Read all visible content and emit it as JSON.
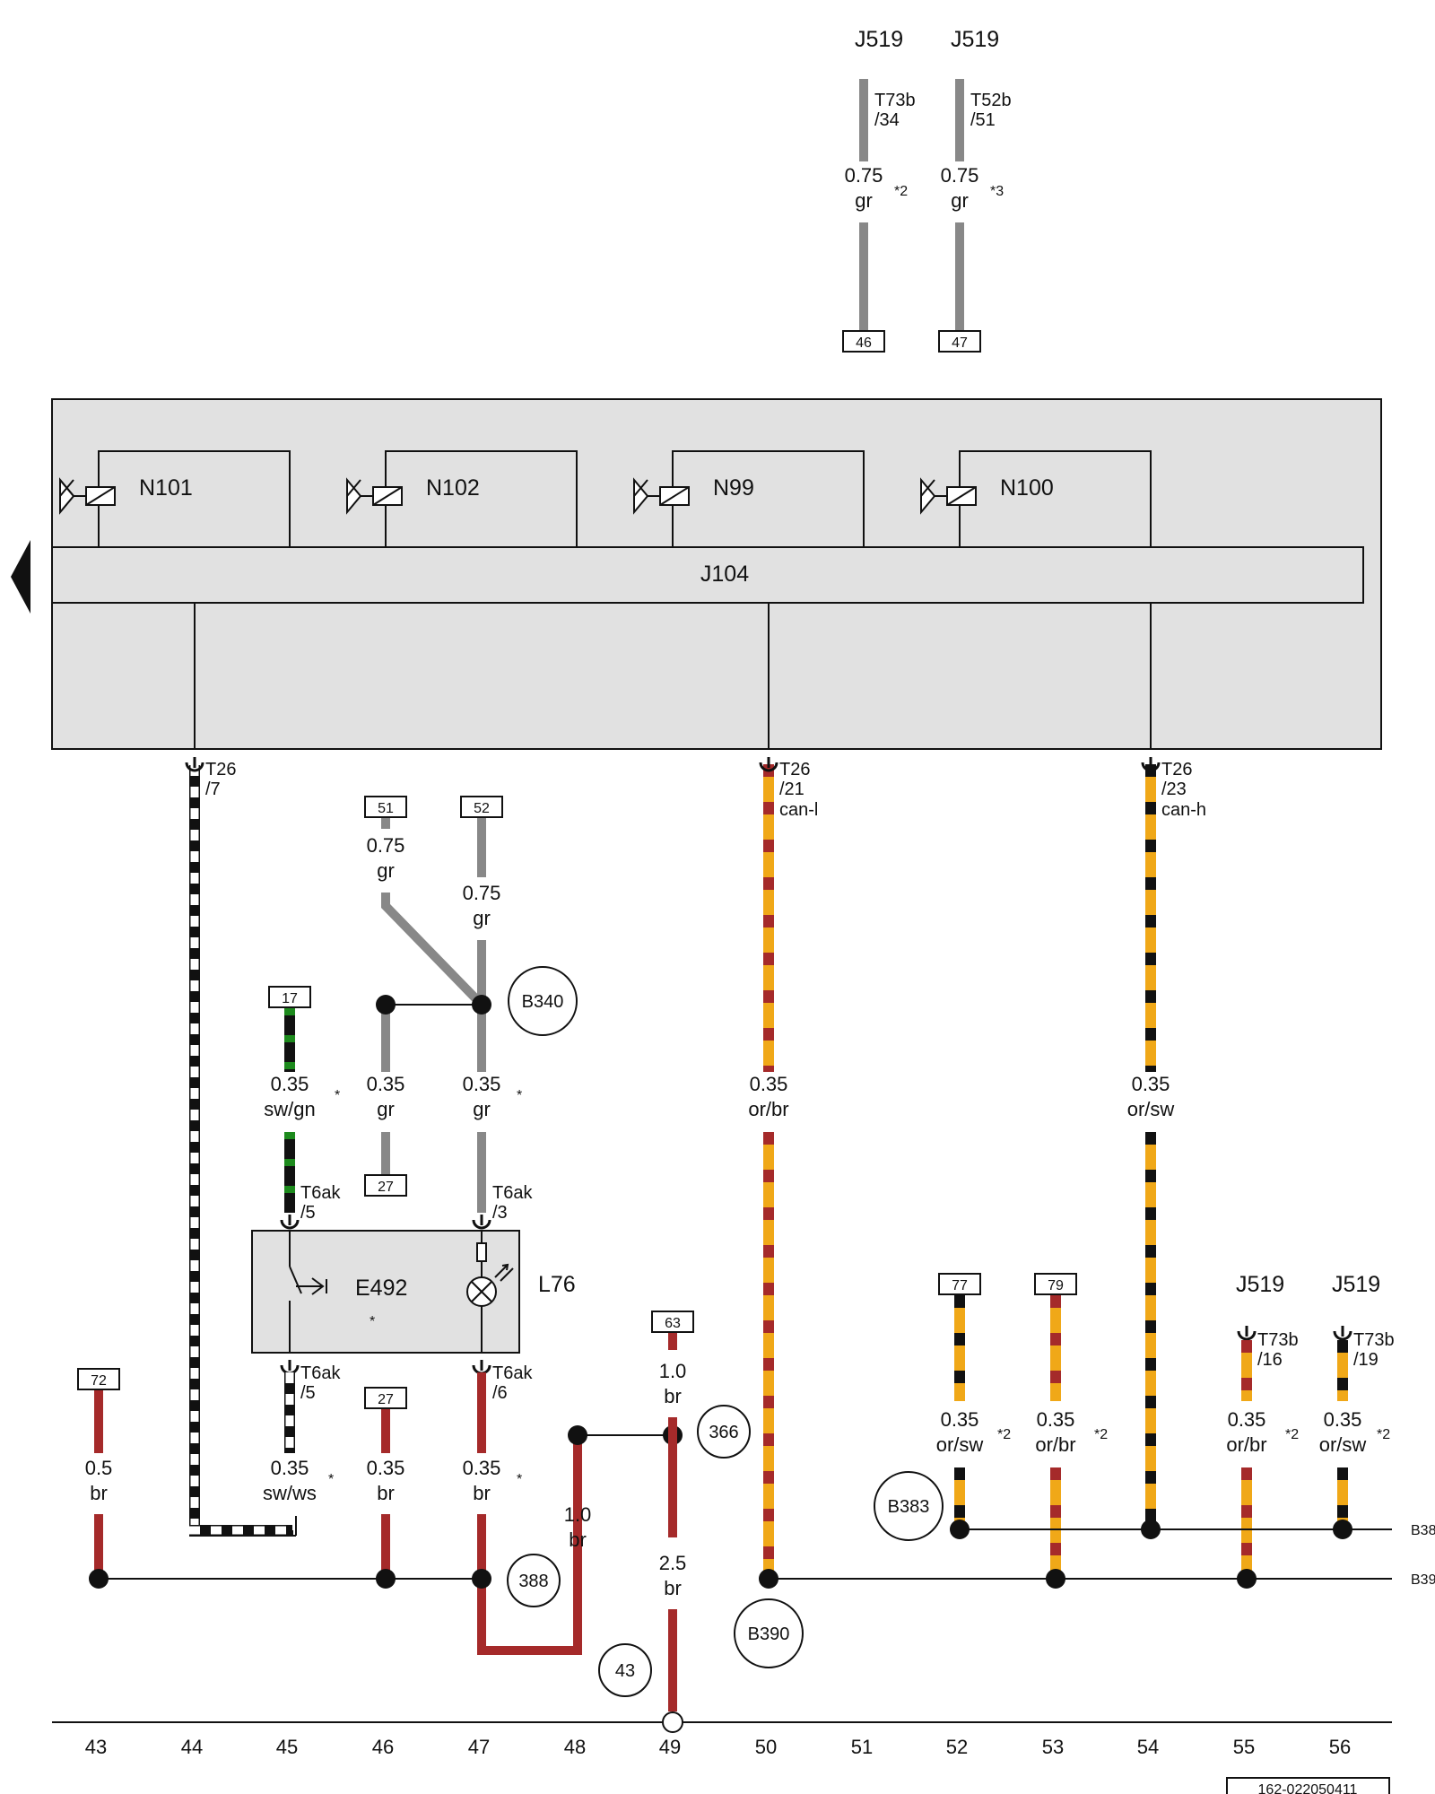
{
  "top_units": [
    {
      "unit": "J519",
      "connector": "T73b",
      "pin": "/34",
      "size": "0.75",
      "color": "gr",
      "note": "*2",
      "ref": "46"
    },
    {
      "unit": "J519",
      "connector": "T52b",
      "pin": "/51",
      "size": "0.75",
      "color": "gr",
      "note": "*3",
      "ref": "47"
    }
  ],
  "control_unit": {
    "label": "J104"
  },
  "valves": [
    "N101",
    "N102",
    "N99",
    "N100"
  ],
  "pins": [
    {
      "connector": "T26",
      "pin": "/7",
      "extra": ""
    },
    {
      "connector": "T26",
      "pin": "/21",
      "extra": "can-l"
    },
    {
      "connector": "T26",
      "pin": "/23",
      "extra": "can-h"
    }
  ],
  "wires": {
    "w51": {
      "size": "0.75",
      "color": "gr",
      "ref": "51"
    },
    "w52": {
      "size": "0.75",
      "color": "gr",
      "ref": "52"
    },
    "w17": {
      "size": "0.35",
      "color": "sw/gn",
      "note": "*",
      "ref": "17"
    },
    "w27a": {
      "size": "0.35",
      "color": "gr",
      "ref": "27"
    },
    "w3": {
      "size": "0.35",
      "color": "gr",
      "note": "*"
    },
    "canl": {
      "size": "0.35",
      "color": "or/br"
    },
    "canh": {
      "size": "0.35",
      "color": "or/sw"
    },
    "w45b": {
      "size": "0.35",
      "color": "sw/ws",
      "note": "*"
    },
    "w46b": {
      "size": "0.35",
      "color": "br",
      "ref": "27"
    },
    "w47b": {
      "size": "0.35",
      "color": "br",
      "note": "*"
    },
    "w72": {
      "size": "0.5",
      "color": "br",
      "ref": "72"
    },
    "w48": {
      "size": "1.0",
      "color": "br"
    },
    "w63": {
      "size": "1.0",
      "color": "br",
      "ref": "63"
    },
    "w49": {
      "size": "2.5",
      "color": "br"
    },
    "w77": {
      "size": "0.35",
      "color": "or/sw",
      "note": "*2",
      "ref": "77"
    },
    "w79": {
      "size": "0.35",
      "color": "or/br",
      "note": "*2",
      "ref": "79"
    },
    "w55": {
      "size": "0.35",
      "color": "or/br",
      "note": "*2"
    },
    "w56": {
      "size": "0.35",
      "color": "or/sw",
      "note": "*2"
    }
  },
  "module_pins": {
    "p5top": {
      "connector": "T6ak",
      "pin": "/5"
    },
    "p3top": {
      "connector": "T6ak",
      "pin": "/3"
    },
    "p5bot": {
      "connector": "T6ak",
      "pin": "/5"
    },
    "p6bot": {
      "connector": "T6ak",
      "pin": "/6"
    }
  },
  "module": {
    "switch": "E492",
    "note": "*",
    "lamp": "L76"
  },
  "right_units": [
    {
      "unit": "J519",
      "connector": "T73b",
      "pin": "/16"
    },
    {
      "unit": "J519",
      "connector": "T73b",
      "pin": "/19"
    }
  ],
  "connectors": [
    "B340",
    "366",
    "388",
    "43",
    "B383",
    "B390"
  ],
  "bus_labels": [
    "B38",
    "B39"
  ],
  "columns": [
    "43",
    "44",
    "45",
    "46",
    "47",
    "48",
    "49",
    "50",
    "51",
    "52",
    "53",
    "54",
    "55",
    "56"
  ],
  "footer_code": "162-022050411",
  "colors": {
    "gray": "#888888",
    "red": "#a52a2a",
    "orange": "#f0a818",
    "green": "#1d8a1d",
    "black": "#111111",
    "panel": "#e1e1e1"
  }
}
